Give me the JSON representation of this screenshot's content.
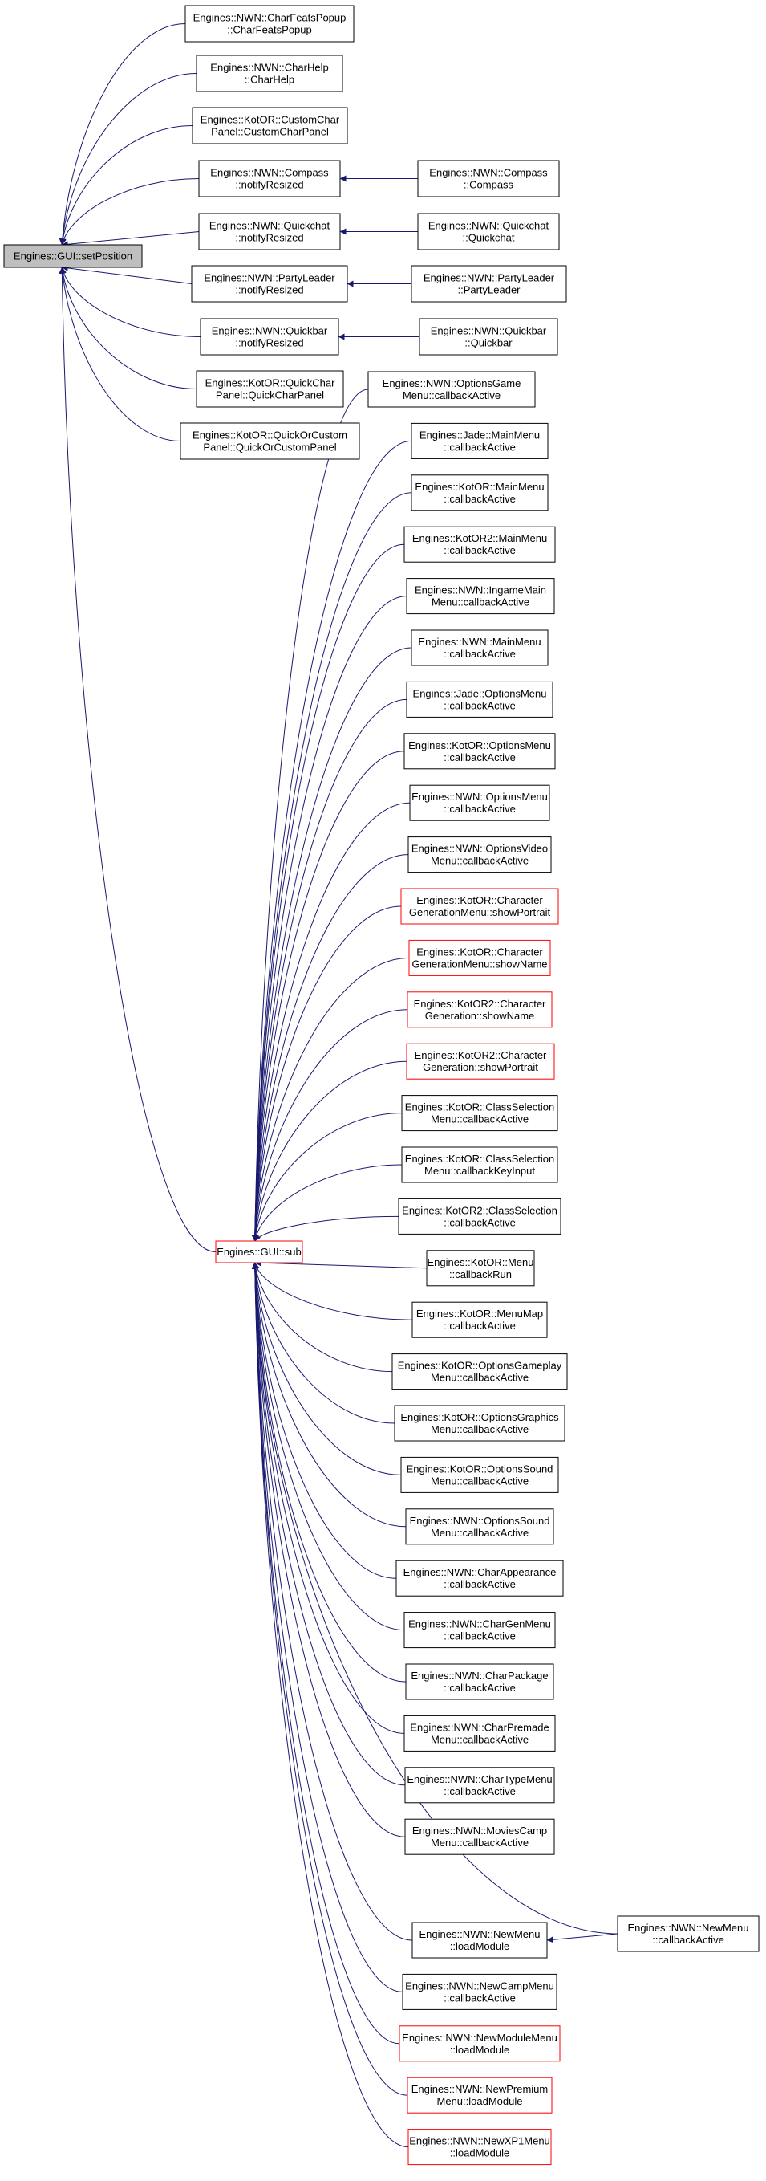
{
  "colors": {
    "edge": "#191970",
    "node_border": "#000000",
    "node_border_truncated": "#ff0000",
    "root_fill": "#bfbfbf",
    "node_fill": "#ffffff"
  },
  "nodes": [
    {
      "id": "setPosition",
      "lines": [
        "Engines::GUI::setPosition"
      ],
      "style": "root"
    },
    {
      "id": "CharFeatsPopup",
      "lines": [
        "Engines::NWN::CharFeatsPopup",
        "::CharFeatsPopup"
      ],
      "style": "normal"
    },
    {
      "id": "CharHelp",
      "lines": [
        "Engines::NWN::CharHelp",
        "::CharHelp"
      ],
      "style": "normal"
    },
    {
      "id": "CustomCharPanel",
      "lines": [
        "Engines::KotOR::CustomChar",
        "Panel::CustomCharPanel"
      ],
      "style": "normal"
    },
    {
      "id": "CompassNotify",
      "lines": [
        "Engines::NWN::Compass",
        "::notifyResized"
      ],
      "style": "normal"
    },
    {
      "id": "QuickchatNotify",
      "lines": [
        "Engines::NWN::Quickchat",
        "::notifyResized"
      ],
      "style": "normal"
    },
    {
      "id": "PartyLeaderNotify",
      "lines": [
        "Engines::NWN::PartyLeader",
        "::notifyResized"
      ],
      "style": "normal"
    },
    {
      "id": "QuickbarNotify",
      "lines": [
        "Engines::NWN::Quickbar",
        "::notifyResized"
      ],
      "style": "normal"
    },
    {
      "id": "QuickCharPanel",
      "lines": [
        "Engines::KotOR::QuickChar",
        "Panel::QuickCharPanel"
      ],
      "style": "normal"
    },
    {
      "id": "QuickOrCustomPanel",
      "lines": [
        "Engines::KotOR::QuickOrCustom",
        "Panel::QuickOrCustomPanel"
      ],
      "style": "normal"
    },
    {
      "id": "Compass",
      "lines": [
        "Engines::NWN::Compass",
        "::Compass"
      ],
      "style": "normal"
    },
    {
      "id": "Quickchat",
      "lines": [
        "Engines::NWN::Quickchat",
        "::Quickchat"
      ],
      "style": "normal"
    },
    {
      "id": "PartyLeader",
      "lines": [
        "Engines::NWN::PartyLeader",
        "::PartyLeader"
      ],
      "style": "normal"
    },
    {
      "id": "Quickbar",
      "lines": [
        "Engines::NWN::Quickbar",
        "::Quickbar"
      ],
      "style": "normal"
    },
    {
      "id": "GUIsub",
      "lines": [
        "Engines::GUI::sub"
      ],
      "style": "truncated"
    },
    {
      "id": "s01",
      "lines": [
        "Engines::NWN::OptionsGame",
        "Menu::callbackActive"
      ],
      "style": "normal"
    },
    {
      "id": "s02",
      "lines": [
        "Engines::Jade::MainMenu",
        "::callbackActive"
      ],
      "style": "normal"
    },
    {
      "id": "s03",
      "lines": [
        "Engines::KotOR::MainMenu",
        "::callbackActive"
      ],
      "style": "normal"
    },
    {
      "id": "s04",
      "lines": [
        "Engines::KotOR2::MainMenu",
        "::callbackActive"
      ],
      "style": "normal"
    },
    {
      "id": "s05",
      "lines": [
        "Engines::NWN::IngameMain",
        "Menu::callbackActive"
      ],
      "style": "normal"
    },
    {
      "id": "s06",
      "lines": [
        "Engines::NWN::MainMenu",
        "::callbackActive"
      ],
      "style": "normal"
    },
    {
      "id": "s07",
      "lines": [
        "Engines::Jade::OptionsMenu",
        "::callbackActive"
      ],
      "style": "normal"
    },
    {
      "id": "s08",
      "lines": [
        "Engines::KotOR::OptionsMenu",
        "::callbackActive"
      ],
      "style": "normal"
    },
    {
      "id": "s09",
      "lines": [
        "Engines::NWN::OptionsMenu",
        "::callbackActive"
      ],
      "style": "normal"
    },
    {
      "id": "s10",
      "lines": [
        "Engines::NWN::OptionsVideo",
        "Menu::callbackActive"
      ],
      "style": "normal"
    },
    {
      "id": "s11",
      "lines": [
        "Engines::KotOR::Character",
        "GenerationMenu::showPortrait"
      ],
      "style": "truncated"
    },
    {
      "id": "s12",
      "lines": [
        "Engines::KotOR::Character",
        "GenerationMenu::showName"
      ],
      "style": "truncated"
    },
    {
      "id": "s13",
      "lines": [
        "Engines::KotOR2::Character",
        "Generation::showName"
      ],
      "style": "truncated"
    },
    {
      "id": "s14",
      "lines": [
        "Engines::KotOR2::Character",
        "Generation::showPortrait"
      ],
      "style": "truncated"
    },
    {
      "id": "s15",
      "lines": [
        "Engines::KotOR::ClassSelection",
        "Menu::callbackActive"
      ],
      "style": "normal"
    },
    {
      "id": "s16",
      "lines": [
        "Engines::KotOR::ClassSelection",
        "Menu::callbackKeyInput"
      ],
      "style": "normal"
    },
    {
      "id": "s17",
      "lines": [
        "Engines::KotOR2::ClassSelection",
        "::callbackActive"
      ],
      "style": "normal"
    },
    {
      "id": "s18",
      "lines": [
        "Engines::KotOR::Menu",
        "::callbackRun"
      ],
      "style": "normal"
    },
    {
      "id": "s19",
      "lines": [
        "Engines::KotOR::MenuMap",
        "::callbackActive"
      ],
      "style": "normal"
    },
    {
      "id": "s20",
      "lines": [
        "Engines::KotOR::OptionsGameplay",
        "Menu::callbackActive"
      ],
      "style": "normal"
    },
    {
      "id": "s21",
      "lines": [
        "Engines::KotOR::OptionsGraphics",
        "Menu::callbackActive"
      ],
      "style": "normal"
    },
    {
      "id": "s22",
      "lines": [
        "Engines::KotOR::OptionsSound",
        "Menu::callbackActive"
      ],
      "style": "normal"
    },
    {
      "id": "s23",
      "lines": [
        "Engines::NWN::OptionsSound",
        "Menu::callbackActive"
      ],
      "style": "normal"
    },
    {
      "id": "s24",
      "lines": [
        "Engines::NWN::CharAppearance",
        "::callbackActive"
      ],
      "style": "normal"
    },
    {
      "id": "s25",
      "lines": [
        "Engines::NWN::CharGenMenu",
        "::callbackActive"
      ],
      "style": "normal"
    },
    {
      "id": "s26",
      "lines": [
        "Engines::NWN::CharPackage",
        "::callbackActive"
      ],
      "style": "normal"
    },
    {
      "id": "s27",
      "lines": [
        "Engines::NWN::CharPremade",
        "Menu::callbackActive"
      ],
      "style": "normal"
    },
    {
      "id": "s28",
      "lines": [
        "Engines::NWN::CharTypeMenu",
        "::callbackActive"
      ],
      "style": "normal"
    },
    {
      "id": "s29",
      "lines": [
        "Engines::NWN::MoviesCamp",
        "Menu::callbackActive"
      ],
      "style": "normal"
    },
    {
      "id": "NewMenuCallback",
      "lines": [
        "Engines::NWN::NewMenu",
        "::callbackActive"
      ],
      "style": "normal"
    },
    {
      "id": "s30",
      "lines": [
        "Engines::NWN::NewMenu",
        "::loadModule"
      ],
      "style": "normal"
    },
    {
      "id": "s31",
      "lines": [
        "Engines::NWN::NewCampMenu",
        "::callbackActive"
      ],
      "style": "normal"
    },
    {
      "id": "s32",
      "lines": [
        "Engines::NWN::NewModuleMenu",
        "::loadModule"
      ],
      "style": "truncated"
    },
    {
      "id": "s33",
      "lines": [
        "Engines::NWN::NewPremium",
        "Menu::loadModule"
      ],
      "style": "truncated"
    },
    {
      "id": "s34",
      "lines": [
        "Engines::NWN::NewXP1Menu",
        "::loadModule"
      ],
      "style": "truncated"
    }
  ],
  "edges": [
    [
      "CharFeatsPopup",
      "setPosition"
    ],
    [
      "CharHelp",
      "setPosition"
    ],
    [
      "CustomCharPanel",
      "setPosition"
    ],
    [
      "CompassNotify",
      "setPosition"
    ],
    [
      "QuickchatNotify",
      "setPosition"
    ],
    [
      "PartyLeaderNotify",
      "setPosition"
    ],
    [
      "QuickbarNotify",
      "setPosition"
    ],
    [
      "QuickCharPanel",
      "setPosition"
    ],
    [
      "QuickOrCustomPanel",
      "setPosition"
    ],
    [
      "GUIsub",
      "setPosition"
    ],
    [
      "Compass",
      "CompassNotify"
    ],
    [
      "Quickchat",
      "QuickchatNotify"
    ],
    [
      "PartyLeader",
      "PartyLeaderNotify"
    ],
    [
      "Quickbar",
      "QuickbarNotify"
    ],
    [
      "s01",
      "GUIsub"
    ],
    [
      "s02",
      "GUIsub"
    ],
    [
      "s03",
      "GUIsub"
    ],
    [
      "s04",
      "GUIsub"
    ],
    [
      "s05",
      "GUIsub"
    ],
    [
      "s06",
      "GUIsub"
    ],
    [
      "s07",
      "GUIsub"
    ],
    [
      "s08",
      "GUIsub"
    ],
    [
      "s09",
      "GUIsub"
    ],
    [
      "s10",
      "GUIsub"
    ],
    [
      "s11",
      "GUIsub"
    ],
    [
      "s12",
      "GUIsub"
    ],
    [
      "s13",
      "GUIsub"
    ],
    [
      "s14",
      "GUIsub"
    ],
    [
      "s15",
      "GUIsub"
    ],
    [
      "s16",
      "GUIsub"
    ],
    [
      "s17",
      "GUIsub"
    ],
    [
      "s18",
      "GUIsub"
    ],
    [
      "s19",
      "GUIsub"
    ],
    [
      "s20",
      "GUIsub"
    ],
    [
      "s21",
      "GUIsub"
    ],
    [
      "s22",
      "GUIsub"
    ],
    [
      "s23",
      "GUIsub"
    ],
    [
      "s24",
      "GUIsub"
    ],
    [
      "s25",
      "GUIsub"
    ],
    [
      "s26",
      "GUIsub"
    ],
    [
      "s27",
      "GUIsub"
    ],
    [
      "s28",
      "GUIsub"
    ],
    [
      "s29",
      "GUIsub"
    ],
    [
      "NewMenuCallback",
      "GUIsub"
    ],
    [
      "s30",
      "GUIsub"
    ],
    [
      "s31",
      "GUIsub"
    ],
    [
      "s32",
      "GUIsub"
    ],
    [
      "s33",
      "GUIsub"
    ],
    [
      "s34",
      "GUIsub"
    ],
    [
      "NewMenuCallback",
      "s30"
    ]
  ]
}
